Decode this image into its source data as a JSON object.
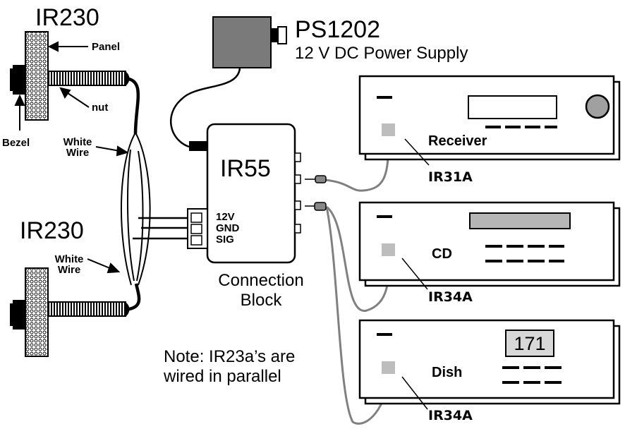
{
  "top_sensor_label": "IR230",
  "bottom_sensor_label": "IR230",
  "panel_label": "Panel",
  "nut_label": "nut",
  "bezel_label": "Bezel",
  "white_wire_top_line1": "White",
  "white_wire_top_line2": "Wire",
  "white_wire_bottom_line1": "White",
  "white_wire_bottom_line2": "Wire",
  "power_supply_model": "PS1202",
  "power_supply_desc": "12 V DC Power Supply",
  "hub_model": "IR55",
  "hub_terminals": [
    "12V",
    "GND",
    "SIG"
  ],
  "hub_caption_line1": "Connection",
  "hub_caption_line2": "Block",
  "devices": [
    {
      "name": "Receiver",
      "emitter": "IR31A"
    },
    {
      "name": "CD",
      "emitter": "IR34A"
    },
    {
      "name": "Dish",
      "emitter": "IR34A",
      "display": "171"
    }
  ],
  "note_line1": "Note: IR23a’s are",
  "note_line2": "wired in parallel",
  "colors": {
    "line": "#000000",
    "panel_fill": "#b8b8b8",
    "emitter_fill": "#bdbdbd",
    "cable": "#808080"
  }
}
